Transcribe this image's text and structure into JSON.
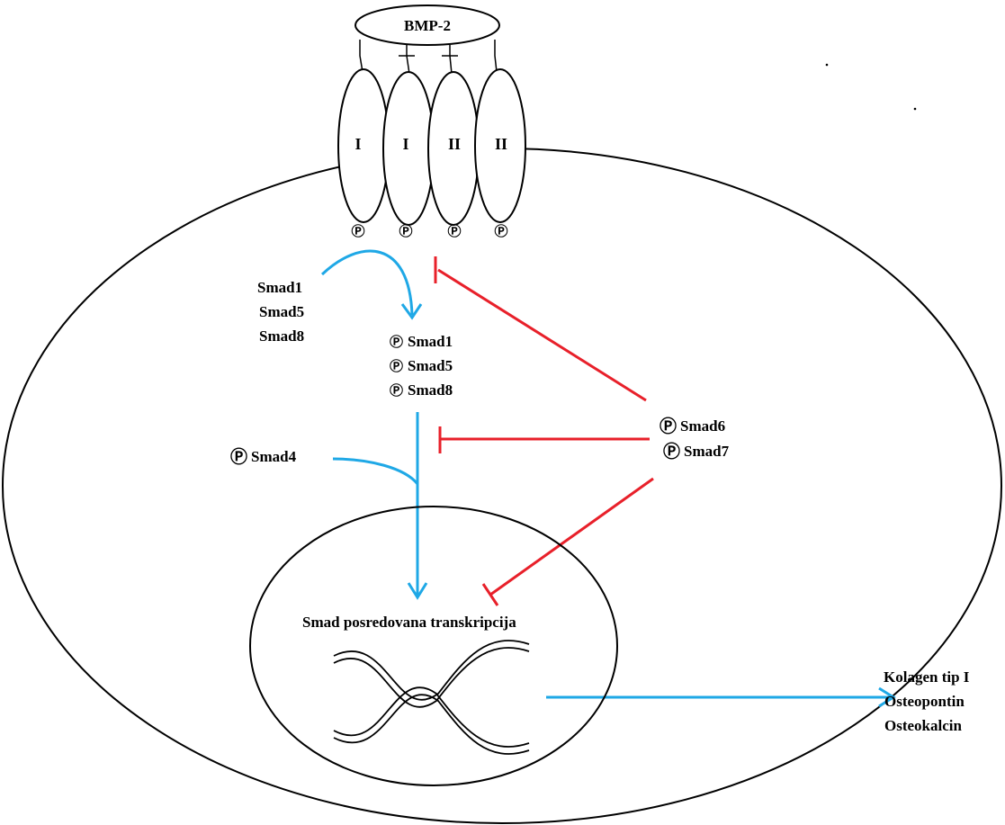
{
  "ligand": {
    "label": "BMP-2"
  },
  "receptors": [
    {
      "label": "I",
      "phospho": "Ⓟ"
    },
    {
      "label": "I",
      "phospho": "Ⓟ"
    },
    {
      "label": "II",
      "phospho": "Ⓟ"
    },
    {
      "label": "II",
      "phospho": "Ⓟ"
    }
  ],
  "rsmads": {
    "unphosphorylated": [
      "Smad1",
      "Smad5",
      "Smad8"
    ],
    "phosphorylated": [
      "Smad1",
      "Smad5",
      "Smad8"
    ]
  },
  "cosmad": {
    "label": "Smad4"
  },
  "inhibitory_smads": [
    "Smad6",
    "Smad7"
  ],
  "phospho_symbol": "Ⓟ",
  "nucleus": {
    "label": "Smad posredovana transkripcija"
  },
  "target_genes": [
    "Kolagen tip I",
    "Osteopontin",
    "Osteokalcin"
  ],
  "colors": {
    "activation": "#1fa8e6",
    "inhibition": "#e8202a",
    "outline": "#000000"
  }
}
